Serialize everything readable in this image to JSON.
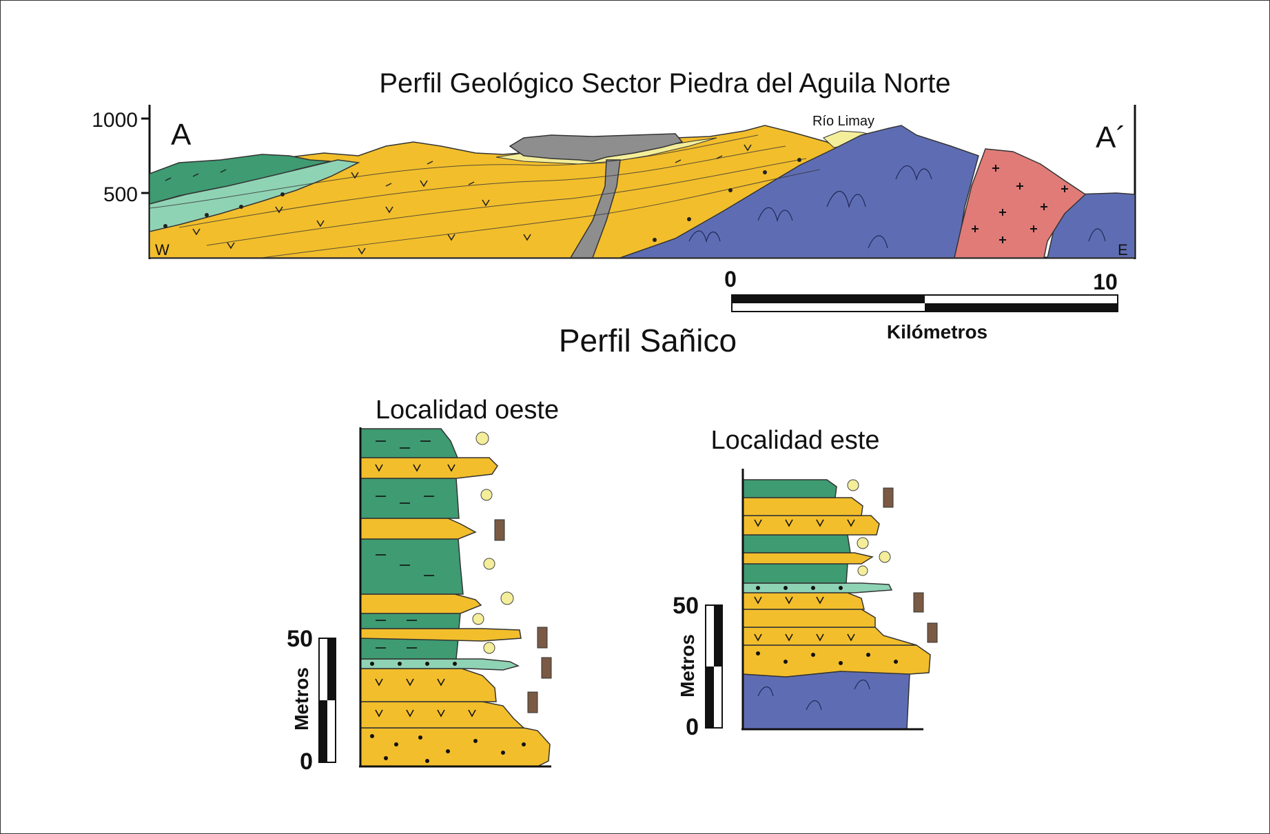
{
  "profile": {
    "title": "Perfil Geológico Sector Piedra del Aguila Norte",
    "y_ticks": [
      "1000",
      "500"
    ],
    "label_left": "A",
    "label_right": "A´",
    "dir_west": "W",
    "dir_east": "E",
    "river_label": "Río Limay",
    "scale_start": "0",
    "scale_end": "10",
    "scale_unit": "Kilómetros"
  },
  "columns": {
    "section_title": "Perfil Sañico",
    "west": {
      "title": "Localidad oeste",
      "scale_top": "50",
      "scale_bottom": "0",
      "scale_unit": "Metros"
    },
    "east": {
      "title": "Localidad este",
      "scale_top": "50",
      "scale_bottom": "0",
      "scale_unit": "Metros"
    }
  },
  "colors": {
    "volcaniclastic": "#F2BE2C",
    "marine_shale": "#3E9B72",
    "conglomerate_green": "#8FD3B5",
    "basalt": "#8E8E8E",
    "terrace": "#F4EE9A",
    "metamorphic": "#5E6DB3",
    "granite": "#E07B78",
    "ammonite": "#F4EE9A",
    "wood": "#7A5A44"
  }
}
